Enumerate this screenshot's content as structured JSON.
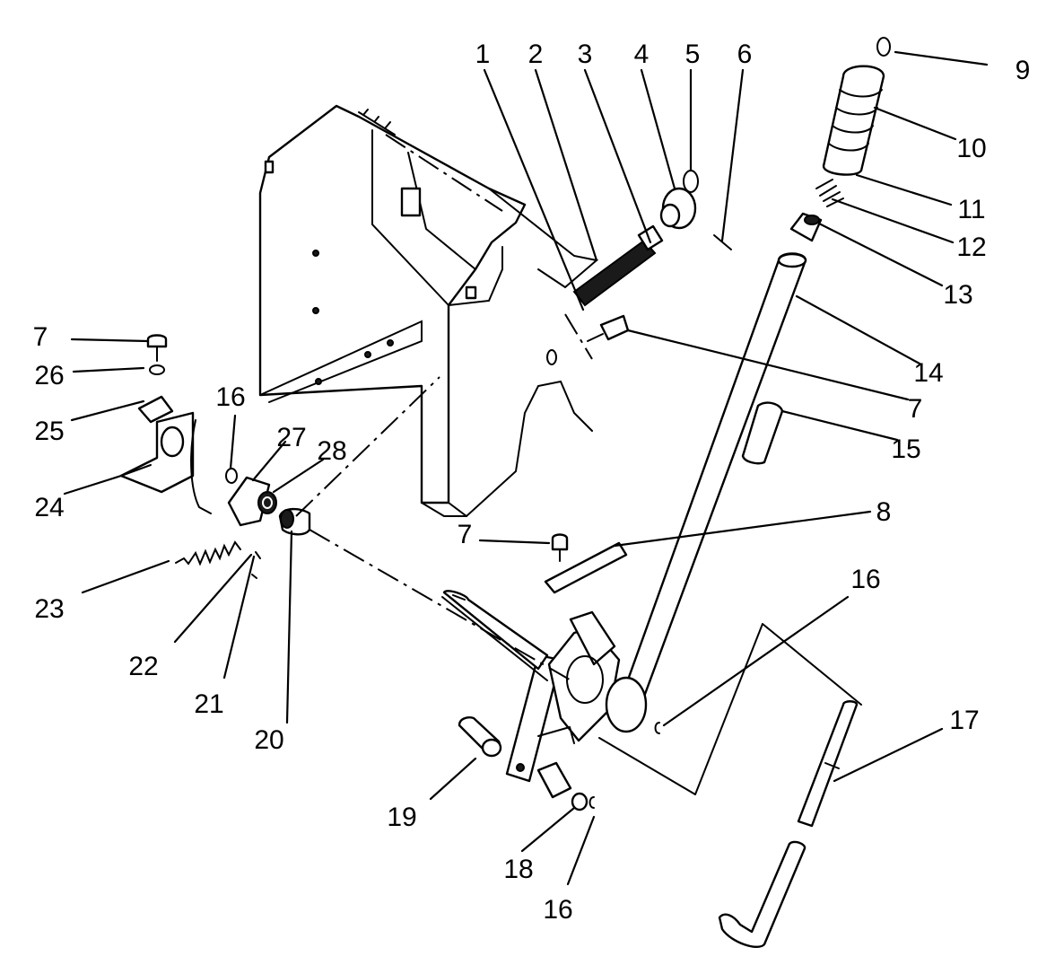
{
  "callouts": {
    "c1": "1",
    "c2": "2",
    "c3": "3",
    "c4": "4",
    "c5": "5",
    "c6": "6",
    "c7a": "7",
    "c7b": "7",
    "c7c": "7",
    "c8": "8",
    "c9": "9",
    "c10": "10",
    "c11": "11",
    "c12": "12",
    "c13": "13",
    "c14": "14",
    "c15": "15",
    "c16a": "16",
    "c16b": "16",
    "c16c": "16",
    "c17": "17",
    "c18": "18",
    "c19": "19",
    "c20": "20",
    "c21": "21",
    "c22": "22",
    "c23": "23",
    "c24": "24",
    "c25": "25",
    "c26": "26",
    "c27": "27",
    "c28": "28"
  }
}
